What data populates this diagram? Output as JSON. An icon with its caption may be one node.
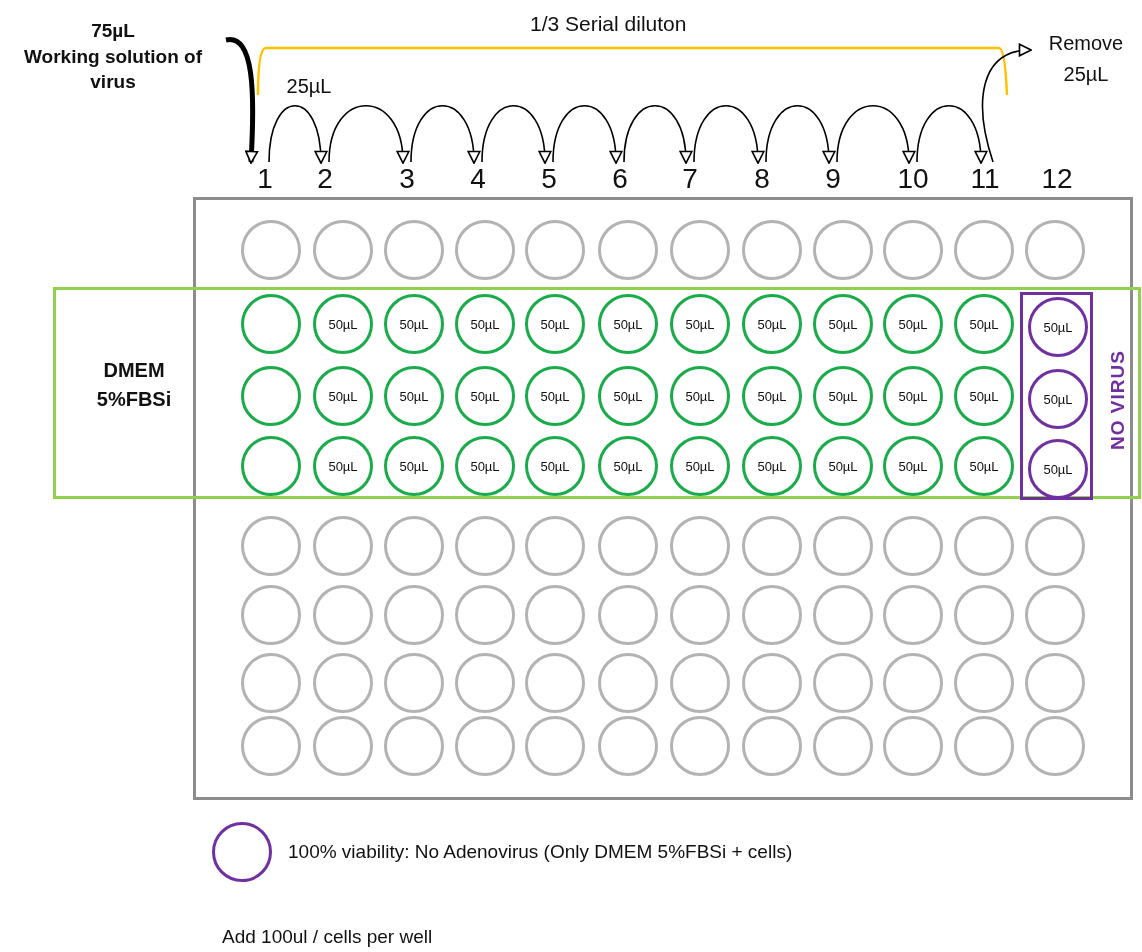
{
  "diagram": {
    "nodes": [
      {
        "text": [
          "75µL",
          "Working solution of virus"
        ]
      },
      {
        "text": [
          "Remove 25µL"
        ]
      },
      {
        "text": [
          "1"
        ]
      },
      {
        "text": [
          "2"
        ]
      },
      {
        "text": [
          "3"
        ]
      },
      {
        "text": [
          "4"
        ]
      },
      {
        "text": [
          "5"
        ]
      },
      {
        "text": [
          "6"
        ]
      },
      {
        "text": [
          "7"
        ]
      },
      {
        "text": [
          "8"
        ]
      },
      {
        "text": [
          "9"
        ]
      },
      {
        "text": [
          "10"
        ]
      },
      {
        "text": [
          "11"
        ]
      },
      {
        "text": [
          "12"
        ]
      },
      {
        "text": [],
        "shape": "box"
      },
      {
        "text": [],
        "shape": "circle",
        "in": 14
      },
      {
        "text": [],
        "shape": "circle",
        "in": 14
      },
      {
        "text": [],
        "shape": "circle",
        "in": 14
      },
      {
        "text": [],
        "shape": "circle",
        "in": 14
      },
      {
        "text": [],
        "shape": "circle",
        "in": 14
      },
      {
        "text": [],
        "shape": "circle",
        "in": 14
      },
      {
        "text": [],
        "shape": "circle",
        "in": 14
      },
      {
        "text": [],
        "shape": "circle",
        "in": 14
      },
      {
        "text": [],
        "shape": "circle",
        "in": 14
      },
      {
        "text": [],
        "shape": "circle",
        "in": 14
      },
      {
        "text": [],
        "shape": "circle",
        "in": 14
      },
      {
        "text": [],
        "shape": "circle",
        "in": 14
      },
      {
        "text": [
          "DMEM 5%FBSi"
        ]
      },
      {
        "text": [],
        "shape": "box",
        "beside": [
          "NO VIRUS"
        ],
        "in": 27
      },
      {
        "text": [],
        "shape": "circle",
        "in": 27
      },
      {
        "text": [
          "50µL"
        ],
        "in": 27
      },
      {
        "text": [
          "50µL"
        ],
        "in": 27
      },
      {
        "text": [
          "50µL"
        ],
        "in": 27
      },
      {
        "text": [
          "50µL"
        ],
        "in": 27
      },
      {
        "text": [
          "50µL"
        ],
        "in": 27
      },
      {
        "text": [
          "50µL"
        ],
        "in": 27
      },
      {
        "text": [
          "50µL"
        ],
        "in": 27
      },
      {
        "text": [
          "50µL"
        ],
        "in": 27
      },
      {
        "text": [
          "50µL"
        ],
        "in": 27
      },
      {
        "text": [
          "50µL"
        ],
        "in": 27
      },
      {
        "text": [
          "50µL"
        ],
        "in": 28
      },
      {
        "text": [],
        "shape": "circle",
        "in": 27
      },
      {
        "text": [
          "50µL"
        ],
        "in": 27
      },
      {
        "text": [
          "50µL"
        ],
        "in": 27
      },
      {
        "text": [
          "50µL"
        ],
        "in": 27
      },
      {
        "text": [
          "50µL"
        ],
        "in": 27
      },
      {
        "text": [
          "50µL"
        ],
        "in": 27
      },
      {
        "text": [
          "50µL"
        ],
        "in": 27
      },
      {
        "text": [
          "50µL"
        ],
        "in": 27
      },
      {
        "text": [
          "50µL"
        ],
        "in": 27
      },
      {
        "text": [
          "50µL"
        ],
        "in": 27
      },
      {
        "text": [
          "50µL"
        ],
        "in": 27
      },
      {
        "text": [
          "50µL"
        ],
        "in": 28
      },
      {
        "text": [],
        "shape": "circle",
        "in": 27
      },
      {
        "text": [
          "50µL"
        ],
        "in": 27
      },
      {
        "text": [
          "50µL"
        ],
        "in": 27
      },
      {
        "text": [
          "50µL"
        ],
        "in": 27
      },
      {
        "text": [
          "50µL"
        ],
        "in": 27
      },
      {
        "text": [
          "50µL"
        ],
        "in": 27
      },
      {
        "text": [
          "50µL"
        ],
        "in": 27
      },
      {
        "text": [
          "50µL"
        ],
        "in": 27
      },
      {
        "text": [
          "50µL"
        ],
        "in": 27
      },
      {
        "text": [
          "50µL"
        ],
        "in": 27
      },
      {
        "text": [
          "50µL"
        ],
        "in": 27
      },
      {
        "text": [
          "50µL"
        ],
        "in": 28
      },
      {
        "text": [],
        "shape": "circle",
        "in": 14
      },
      {
        "text": [],
        "shape": "circle",
        "in": 14
      },
      {
        "text": [],
        "shape": "circle",
        "in": 14
      },
      {
        "text": [],
        "shape": "circle",
        "in": 14
      },
      {
        "text": [],
        "shape": "circle",
        "in": 14
      },
      {
        "text": [],
        "shape": "circle",
        "in": 14
      },
      {
        "text": [],
        "shape": "circle",
        "in": 14
      },
      {
        "text": [],
        "shape": "circle",
        "in": 14
      },
      {
        "text": [],
        "shape": "circle",
        "in": 14
      },
      {
        "text": [],
        "shape": "circle",
        "in": 14
      },
      {
        "text": [],
        "shape": "circle",
        "in": 14
      },
      {
        "text": [],
        "shape": "circle",
        "in": 14
      },
      {
        "text": [],
        "shape": "circle",
        "in": 14
      },
      {
        "text": [],
        "shape": "circle",
        "in": 14
      },
      {
        "text": [],
        "shape": "circle",
        "in": 14
      },
      {
        "text": [],
        "shape": "circle",
        "in": 14
      },
      {
        "text": [],
        "shape": "circle",
        "in": 14
      },
      {
        "text": [],
        "shape": "circle",
        "in": 14
      },
      {
        "text": [],
        "shape": "circle",
        "in": 14
      },
      {
        "text": [],
        "shape": "circle",
        "in": 14
      },
      {
        "text": [],
        "shape": "circle",
        "in": 14
      },
      {
        "text": [],
        "shape": "circle",
        "in": 14
      },
      {
        "text": [],
        "shape": "circle",
        "in": 14
      },
      {
        "text": [],
        "shape": "circle",
        "in": 14
      },
      {
        "text": [],
        "shape": "circle",
        "in": 14
      },
      {
        "text": [],
        "shape": "circle",
        "in": 14
      },
      {
        "text": [],
        "shape": "circle",
        "in": 14
      },
      {
        "text": [],
        "shape": "circle",
        "in": 14
      },
      {
        "text": [],
        "shape": "circle",
        "in": 14
      },
      {
        "text": [],
        "shape": "circle",
        "in": 14
      },
      {
        "text": [],
        "shape": "circle",
        "in": 14
      },
      {
        "text": [],
        "shape": "circle",
        "in": 14
      },
      {
        "text": [],
        "shape": "circle",
        "in": 14
      },
      {
        "text": [],
        "shape": "circle",
        "in": 14
      },
      {
        "text": [],
        "shape": "circle",
        "in": 14
      },
      {
        "text": [],
        "shape": "circle",
        "in": 14
      },
      {
        "text": [],
        "shape": "circle",
        "in": 14
      },
      {
        "text": [],
        "shape": "circle",
        "in": 14
      },
      {
        "text": [],
        "shape": "circle",
        "in": 14
      },
      {
        "text": [],
        "shape": "circle",
        "in": 14
      },
      {
        "text": [],
        "shape": "circle",
        "in": 14
      },
      {
        "text": [],
        "shape": "circle",
        "in": 14
      },
      {
        "text": [],
        "shape": "circle",
        "in": 14
      },
      {
        "text": [],
        "shape": "circle",
        "in": 14
      },
      {
        "text": [],
        "shape": "circle",
        "in": 14
      },
      {
        "text": [],
        "shape": "circle",
        "in": 14
      },
      {
        "text": [],
        "shape": "circle",
        "in": 14
      },
      {
        "text": [],
        "shape": "circle",
        "in": 14
      }
    ],
    "edges": [
      {
        "from": 2,
        "to": 3,
        "arrow": "to",
        "label": "25µL"
      },
      {
        "from": 3,
        "to": 4,
        "arrow": "to"
      },
      {
        "from": 4,
        "to": 5,
        "arrow": "to"
      },
      {
        "from": 5,
        "to": 6,
        "arrow": "to"
      },
      {
        "from": 6,
        "to": 7,
        "arrow": "to"
      },
      {
        "from": 7,
        "to": 8,
        "arrow": "to"
      },
      {
        "from": 8,
        "to": 9,
        "arrow": "to"
      },
      {
        "from": 9,
        "to": 10,
        "arrow": "to"
      },
      {
        "from": 10,
        "to": 11,
        "arrow": "to"
      },
      {
        "from": 11,
        "to": 12,
        "arrow": "to"
      },
      {
        "from": 12,
        "to": 1,
        "arrow": "to"
      },
      {
        "from": 0,
        "to": 2,
        "arrow": "to",
        "style": "thick"
      }
    ],
    "labels": [
      "1/3 Serial diluton",
      "Add 100ul / cells per well"
    ],
    "legend": [
      {
        "text": "100% viability: No Adenovirus (Only DMEM 5%FBSi + cells)"
      }
    ]
  }
}
